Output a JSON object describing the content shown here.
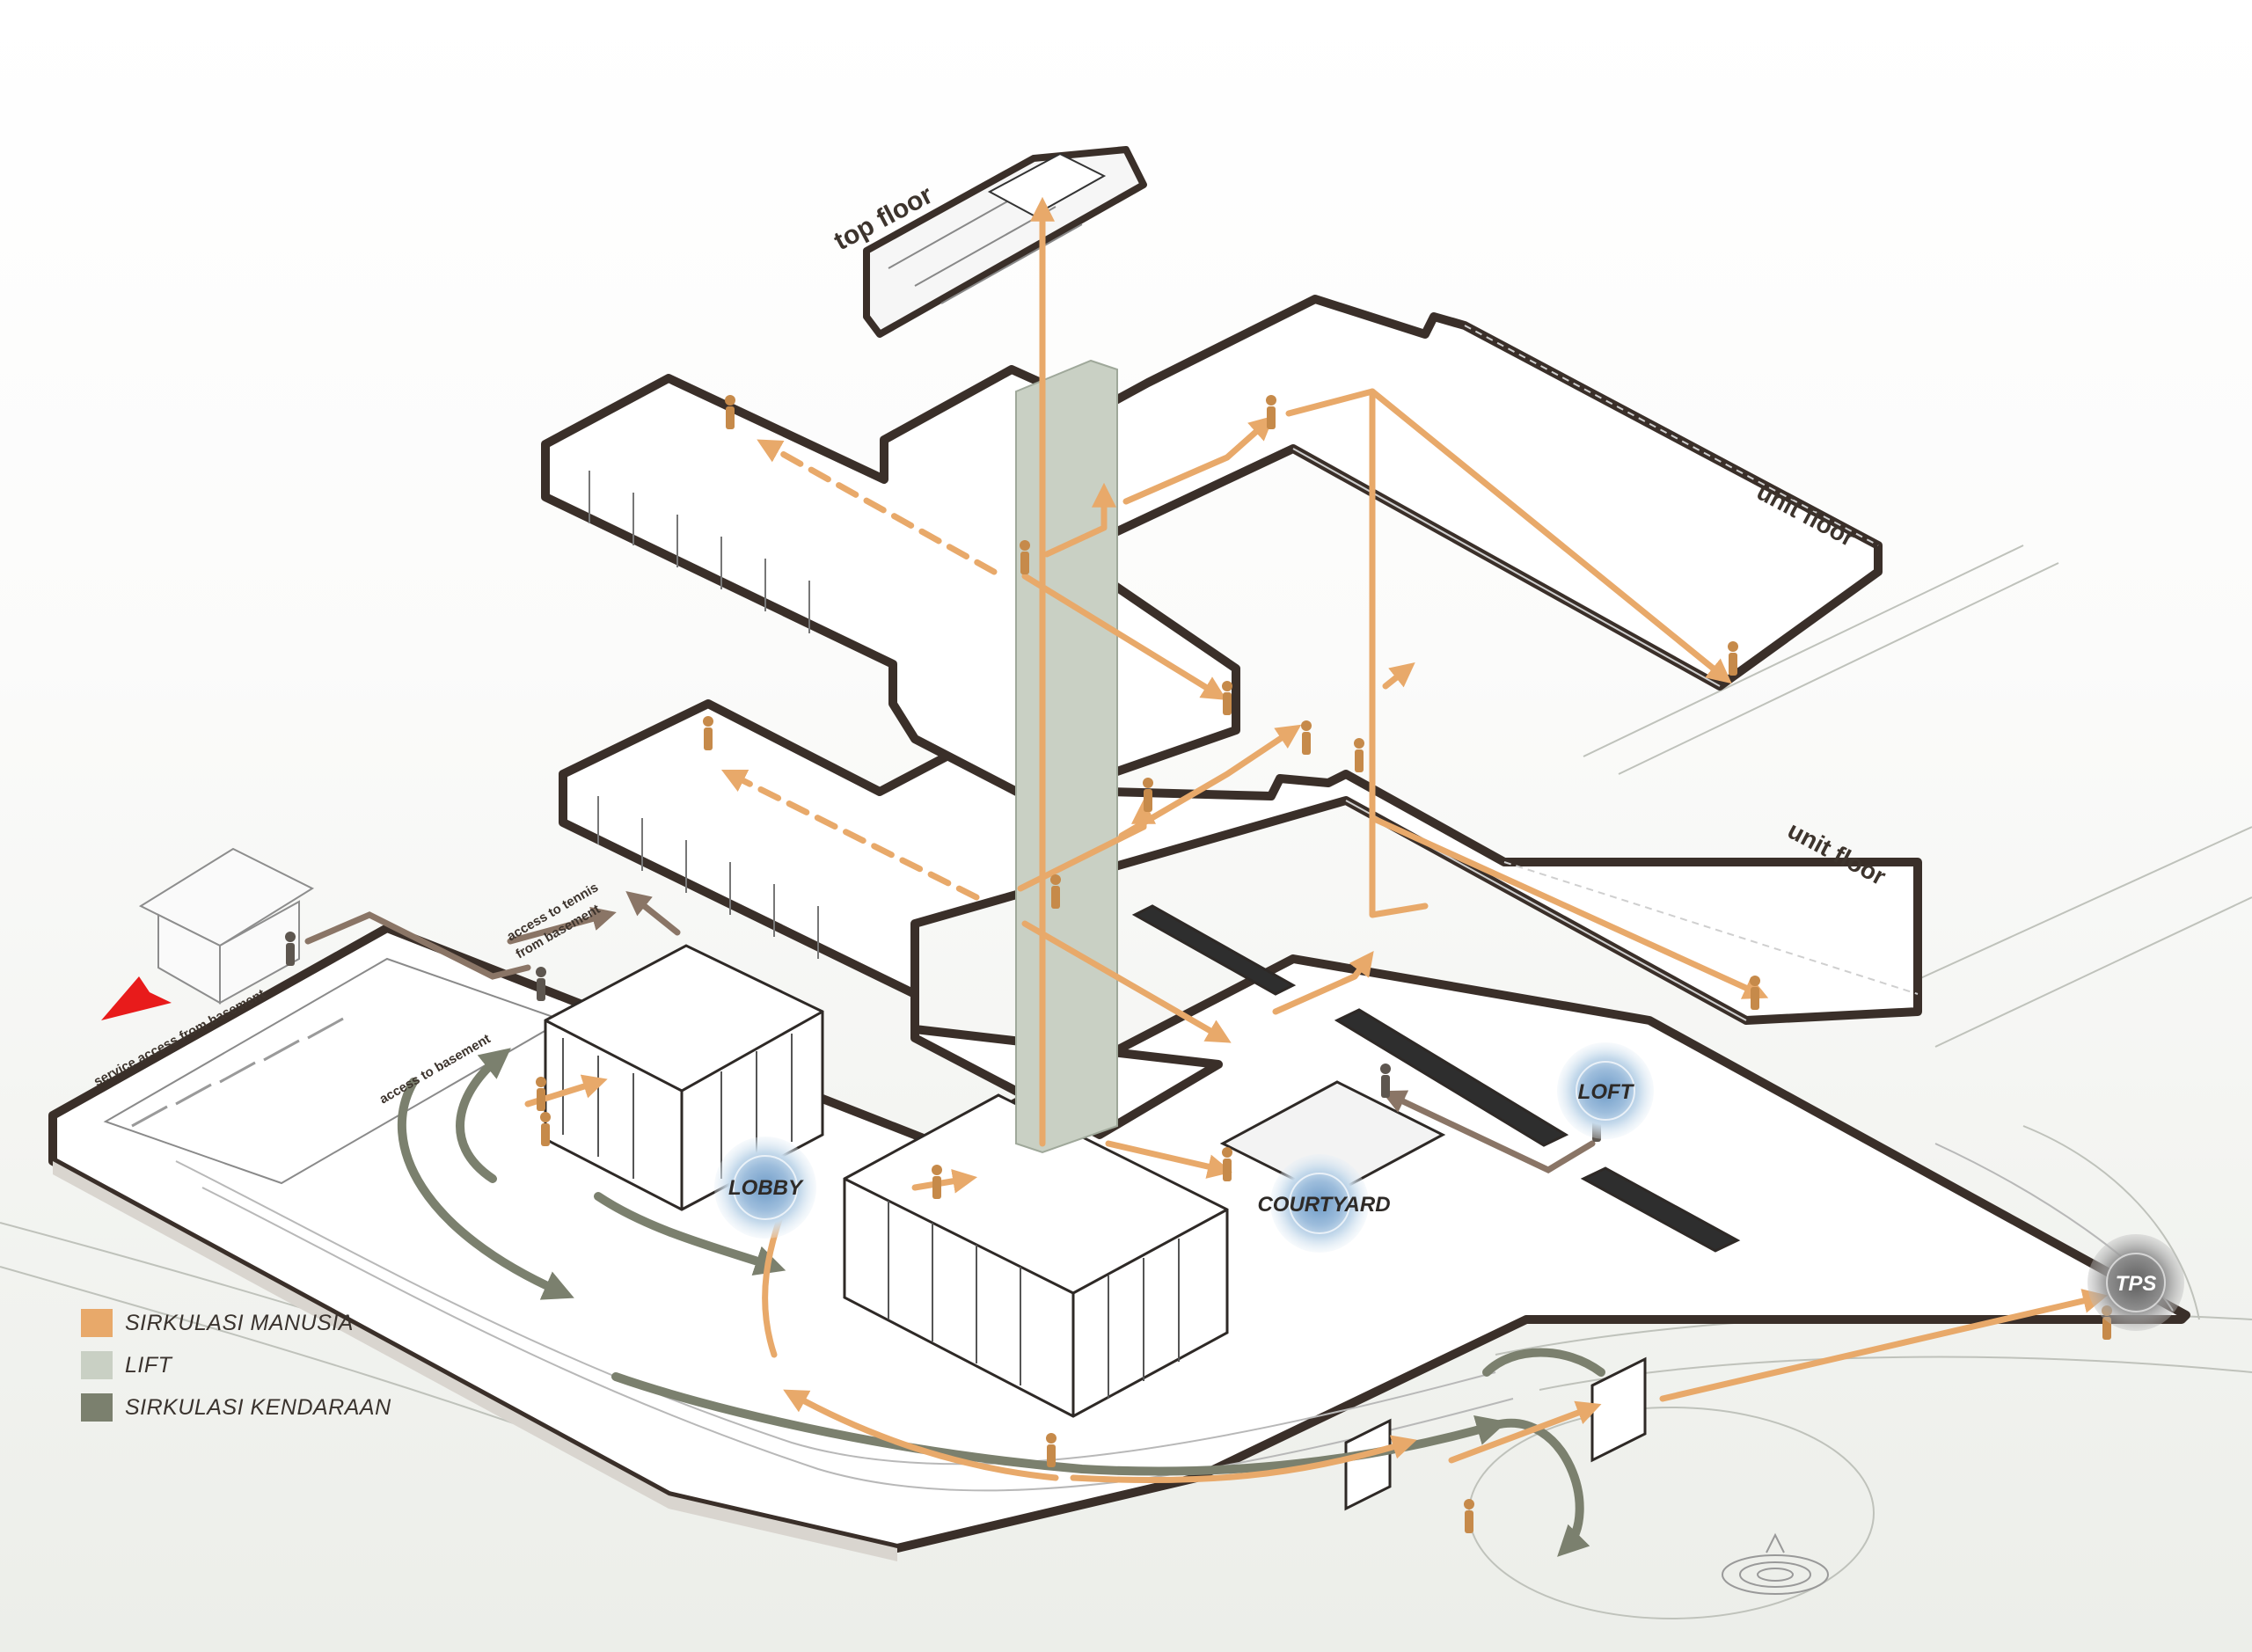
{
  "labels": {
    "top_floor": "top floor",
    "unit_floor_upper": "unit floor",
    "unit_floor_lower": "unit floor",
    "service_access": "service access from basement",
    "access_basement": "access to basement",
    "access_tennis_line1": "access to tennis",
    "access_tennis_line2": "from basement"
  },
  "points": {
    "lobby": "LOBBY",
    "courtyard": "COURTYARD",
    "loft": "LOFT",
    "tps": "TPS"
  },
  "legend": [
    {
      "label": "SIRKULASI MANUSIA",
      "color": "#e8a96a"
    },
    {
      "label": "LIFT",
      "color": "#c9d0c4"
    },
    {
      "label": "SIRKULASI KENDARAAN",
      "color": "#7b806e"
    }
  ],
  "colors": {
    "outline": "#3a2f29",
    "human": "#e8a96a",
    "lift": "#c9d0c4",
    "vehicle": "#7b806e",
    "poi_blue": "#8fb4d6",
    "poi_gray": "#7d7d7d",
    "arrow_red": "#e81b1b"
  }
}
